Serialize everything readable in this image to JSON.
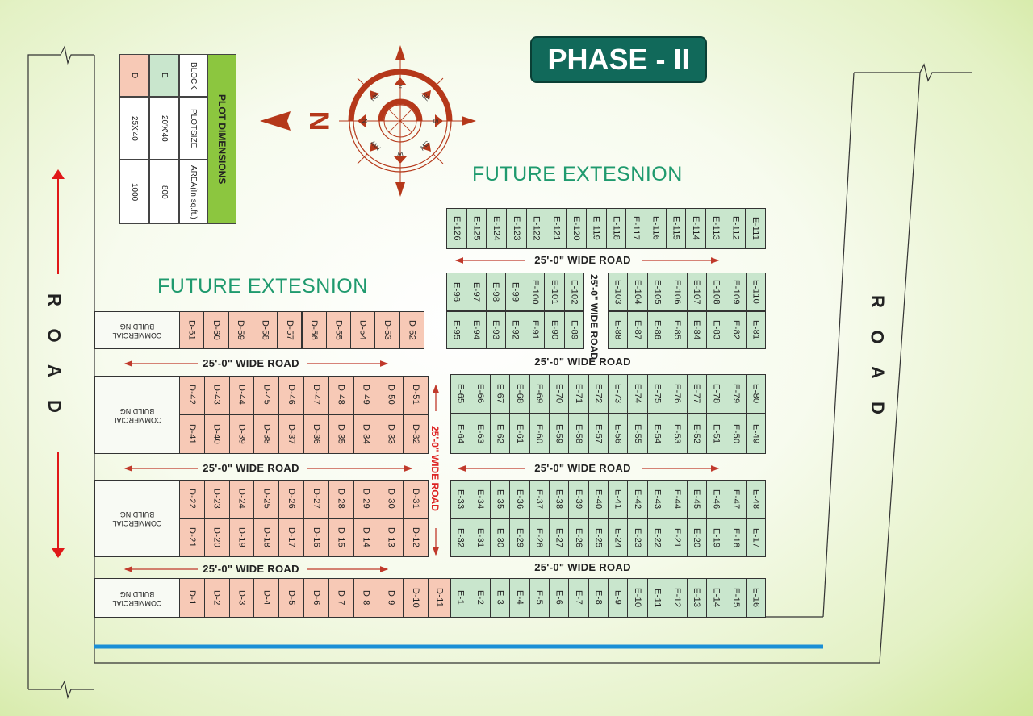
{
  "title": "PHASE - II",
  "future_extension_labels": [
    "FUTURE EXTESNION",
    "FUTURE EXTESNION"
  ],
  "road_side_label": "ROAD",
  "road_side_letters": [
    "R",
    "O",
    "A",
    "D"
  ],
  "road_label": "25'-0\" WIDE ROAD",
  "compass": {
    "north_label": "N",
    "points": [
      "E",
      "SE",
      "S",
      "SW",
      "W",
      "NW",
      "N",
      "NE"
    ]
  },
  "plot_table": {
    "title": "PLOT DIMENSIONS",
    "headers": [
      "BLOCK",
      "PLOTSIZE",
      "AREA(In sq.ft.)"
    ],
    "rows": [
      {
        "block": "E",
        "plotsize": "20'X'40",
        "area": "800"
      },
      {
        "block": "D",
        "plotsize": "25X'40",
        "area": "1000"
      }
    ]
  },
  "commercial_label": "COMMERCIAL BUILDING",
  "colors": {
    "d_block": "#f7c9b6",
    "e_block": "#c9e6cd",
    "accent_red": "#c0392b",
    "phase_bg": "#11695a",
    "future_text": "#1f9a6e",
    "boundary_blue": "#1a8fd6"
  },
  "d_rows": [
    [
      "D-61",
      "D-60",
      "D-59",
      "D-58",
      "D-57",
      "D-56",
      "D-55",
      "D-54",
      "D-53",
      "D-52"
    ],
    [
      "D-42",
      "D-43",
      "D-44",
      "D-45",
      "D-46",
      "D-47",
      "D-48",
      "D-49",
      "D-50",
      "D-51"
    ],
    [
      "D-41",
      "D-40",
      "D-39",
      "D-38",
      "D-37",
      "D-36",
      "D-35",
      "D-34",
      "D-33",
      "D-32"
    ],
    [
      "D-22",
      "D-23",
      "D-24",
      "D-25",
      "D-26",
      "D-27",
      "D-28",
      "D-29",
      "D-30",
      "D-31"
    ],
    [
      "D-21",
      "D-20",
      "D-19",
      "D-18",
      "D-17",
      "D-16",
      "D-15",
      "D-14",
      "D-13",
      "D-12"
    ],
    [
      "D-1",
      "D-2",
      "D-3",
      "D-4",
      "D-5",
      "D-6",
      "D-7",
      "D-8",
      "D-9",
      "D-10"
    ],
    [
      "D-11"
    ]
  ],
  "e_rows": [
    [
      "E-126",
      "E-125",
      "E-124",
      "E-123",
      "E-122",
      "E-121",
      "E-120",
      "E-119",
      "E-118",
      "E-117",
      "E-116",
      "E-115",
      "E-114",
      "E-113",
      "E-112",
      "E-111"
    ],
    [
      "E-96",
      "E-97",
      "E-98",
      "E-99",
      "E-100",
      "E-101",
      "E-102"
    ],
    [
      "E-95",
      "E-94",
      "E-93",
      "E-92",
      "E-91",
      "E-90",
      "E-89"
    ],
    [
      "E-103",
      "E-104",
      "E-105",
      "E-106",
      "E-107",
      "E-108",
      "E-109",
      "E-110"
    ],
    [
      "E-88",
      "E-87",
      "E-86",
      "E-85",
      "E-84",
      "E-83",
      "E-82",
      "E-81"
    ],
    [
      "E-65",
      "E-66",
      "E-67",
      "E-68",
      "E-69",
      "E-70",
      "E-71",
      "E-72",
      "E-73",
      "E-74",
      "E-75",
      "E-76",
      "E-77",
      "E-78",
      "E-79",
      "E-80"
    ],
    [
      "E-64",
      "E-63",
      "E-62",
      "E-61",
      "E-60",
      "E-59",
      "E-58",
      "E-57",
      "E-56",
      "E-55",
      "E-54",
      "E-53",
      "E-52",
      "E-51",
      "E-50",
      "E-49"
    ],
    [
      "E-33",
      "E-34",
      "E-35",
      "E-36",
      "E-37",
      "E-38",
      "E-39",
      "E-40",
      "E-41",
      "E-42",
      "E-43",
      "E-44",
      "E-45",
      "E-46",
      "E-47",
      "E-48"
    ],
    [
      "E-32",
      "E-31",
      "E-30",
      "E-29",
      "E-28",
      "E-27",
      "E-26",
      "E-25",
      "E-24",
      "E-23",
      "E-22",
      "E-21",
      "E-20",
      "E-19",
      "E-18",
      "E-17"
    ],
    [
      "E-1",
      "E-2",
      "E-3",
      "E-4",
      "E-5",
      "E-6",
      "E-7",
      "E-8",
      "E-9",
      "E-10",
      "E-11",
      "E-12",
      "E-13",
      "E-14",
      "E-15",
      "E-16"
    ]
  ]
}
